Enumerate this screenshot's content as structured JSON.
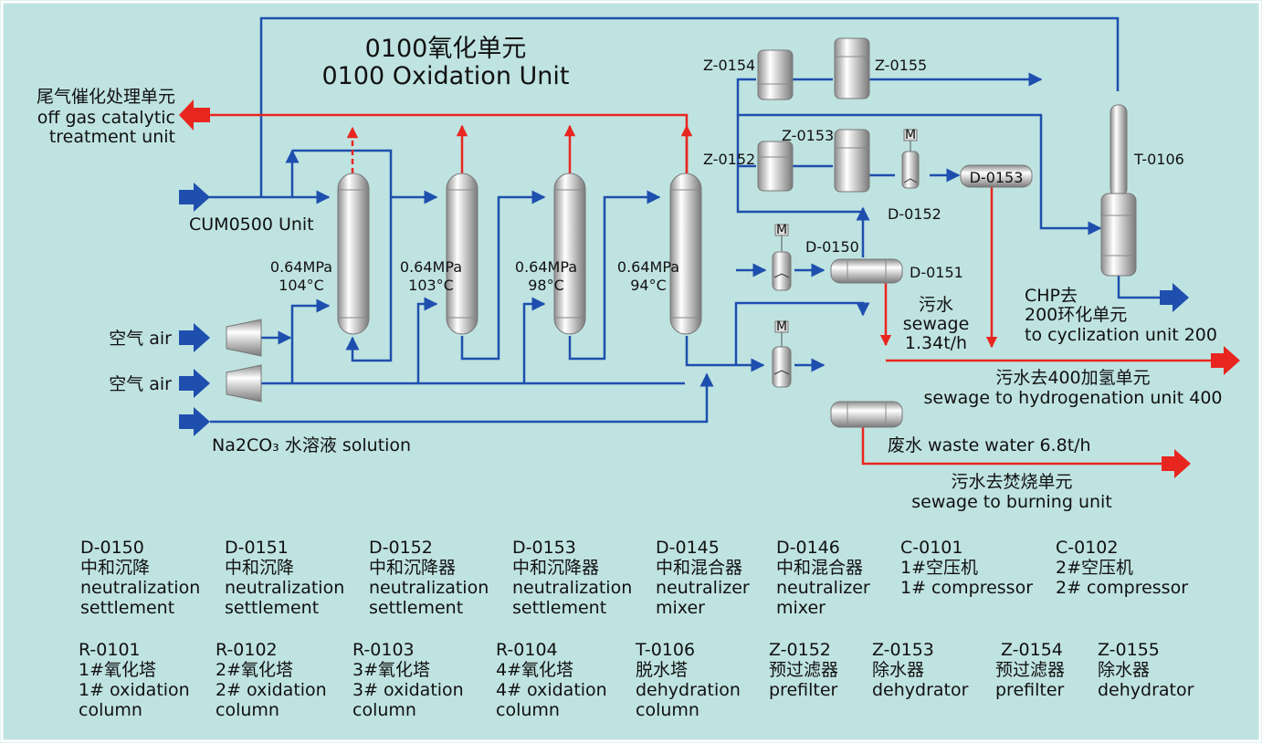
{
  "title": {
    "cn": "0100氧化单元",
    "en": "0100 Oxidation Unit"
  },
  "colors": {
    "background": "#bfe3e1",
    "process_line": "#1e4fae",
    "waste_line": "#e8261f",
    "equipment": "#dcdcdc"
  },
  "offgas": {
    "cn": "尾气催化处理单元",
    "en1": "off gas catalytic",
    "en2": "treatment unit"
  },
  "feeds": {
    "cum": "CUM0500 Unit",
    "air1": "空气 air",
    "air2": "空气 air",
    "na2co3": "Na2CO₃ 水溶液 solution"
  },
  "columns": [
    {
      "pressure": "0.64MPa",
      "temp": "104°C"
    },
    {
      "pressure": "0.64MPa",
      "temp": "103°C"
    },
    {
      "pressure": "0.64MPa",
      "temp": "98°C"
    },
    {
      "pressure": "0.64MPa",
      "temp": "94°C"
    }
  ],
  "equipment_tags": {
    "z0154": "Z-0154",
    "z0155": "Z-0155",
    "z0153": "Z-0153",
    "z0152": "Z-0152",
    "d0153": "D-0153",
    "d0152": "D-0152",
    "d0150": "D-0150",
    "d0151": "D-0151",
    "t0106": "T-0106",
    "motor": "M"
  },
  "streams": {
    "sewage_cn": "污水",
    "sewage_en": "sewage",
    "sewage_rate": "1.34t/h",
    "hydro_cn": "污水去400加氢单元",
    "hydro_en": "sewage to hydrogenation unit 400",
    "waste": "废水 waste water 6.8t/h",
    "burn_cn": "污水去焚烧单元",
    "burn_en": "sewage to burning unit",
    "chp_1": "CHP去",
    "chp_2": "200环化单元",
    "chp_3": "to cyclization unit 200"
  },
  "legend": {
    "row1": [
      {
        "tag": "D-0150",
        "lines": [
          "中和沉降",
          "neutralization",
          "settlement"
        ]
      },
      {
        "tag": "D-0151",
        "lines": [
          "中和沉降",
          "neutralization",
          "settlement"
        ]
      },
      {
        "tag": "D-0152",
        "lines": [
          "中和沉降器",
          "neutralization",
          "settlement"
        ]
      },
      {
        "tag": "D-0153",
        "lines": [
          "中和沉降器",
          "neutralization",
          "settlement"
        ]
      },
      {
        "tag": "D-0145",
        "lines": [
          "中和混合器",
          "neutralizer",
          "mixer"
        ]
      },
      {
        "tag": "D-0146",
        "lines": [
          "中和混合器",
          "neutralizer",
          "mixer"
        ]
      },
      {
        "tag": "C-0101",
        "lines": [
          "1#空压机",
          "1# compressor"
        ]
      },
      {
        "tag": "C-0102",
        "lines": [
          "2#空压机",
          "2# compressor"
        ]
      }
    ],
    "row2": [
      {
        "tag": "R-0101",
        "lines": [
          "1#氧化塔",
          "1# oxidation",
          "column"
        ]
      },
      {
        "tag": "R-0102",
        "lines": [
          "2#氧化塔",
          "2# oxidation",
          "column"
        ]
      },
      {
        "tag": "R-0103",
        "lines": [
          "3#氧化塔",
          "3# oxidation",
          "column"
        ]
      },
      {
        "tag": "R-0104",
        "lines": [
          "4#氧化塔",
          "4# oxidation",
          "column"
        ]
      },
      {
        "tag": "T-0106",
        "lines": [
          "脱水塔",
          "dehydration",
          "column"
        ]
      },
      {
        "tag": "Z-0152",
        "lines": [
          "预过滤器",
          "prefilter"
        ]
      },
      {
        "tag": "Z-0153",
        "lines": [
          "除水器",
          "dehydrator"
        ]
      },
      {
        "tag": "Z-0154",
        "lines": [
          "预过滤器",
          "prefilter"
        ]
      },
      {
        "tag": "Z-0155",
        "lines": [
          "除水器",
          "dehydrator"
        ]
      }
    ]
  }
}
